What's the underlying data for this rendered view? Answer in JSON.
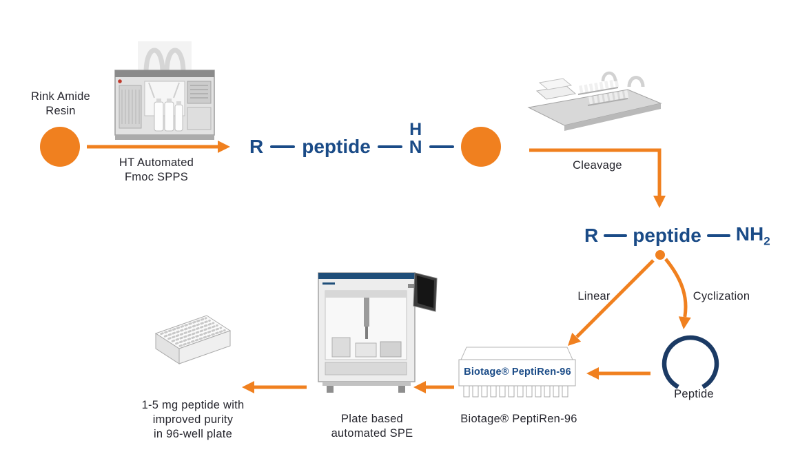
{
  "colors": {
    "orange": "#F0801F",
    "formula_navy": "#1A4B87",
    "ring_navy": "#1B3A64",
    "caption": "#26262E"
  },
  "labels": {
    "resin": "Rink Amide\nResin",
    "spps": "HT Automated\nFmoc SPPS",
    "cleavage": "Cleavage",
    "linear": "Linear",
    "cyclization": "Cyclization",
    "cyclic_peptide": "Peptide",
    "peptiren_device": "Biotage® PeptiRen-96",
    "peptiren_caption": "Biotage® PeptiRen-96",
    "spe_caption": "Plate based\nautomated SPE",
    "product_caption": "1-5 mg peptide with\nimproved purity\nin 96-well plate"
  },
  "formula_on_resin": {
    "r": "R",
    "peptide": "peptide",
    "h": "H",
    "n": "N"
  },
  "formula_cleaved": {
    "r": "R",
    "peptide": "peptide",
    "nh": "NH",
    "sub": "2"
  },
  "illustrations": {
    "synthesizer": "peptide-synthesizer-photo",
    "cleavage_station": "cleavage-workstation-photo",
    "spe_system": "automated-spe-system-photo",
    "peptiren_plate": "peptiren-96-plate-drawing",
    "well_plate": "96-well-plate-drawing"
  }
}
